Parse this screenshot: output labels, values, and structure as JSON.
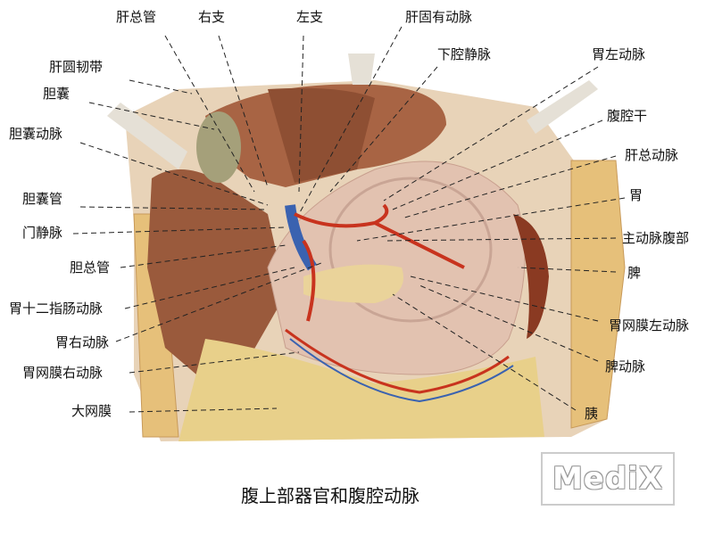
{
  "title": "腹上部器官和腹腔动脉",
  "watermark": "MediX",
  "labels": [
    {
      "id": "common-hepatic-duct",
      "text": "肝总管"
    },
    {
      "id": "right-branch",
      "text": "右支"
    },
    {
      "id": "left-branch",
      "text": "左支"
    },
    {
      "id": "proper-hepatic-artery",
      "text": "肝固有动脉"
    },
    {
      "id": "inferior-vena-cava",
      "text": "下腔静脉"
    },
    {
      "id": "left-gastric-artery",
      "text": "胃左动脉"
    },
    {
      "id": "round-ligament-of-liver",
      "text": "肝圆韧带"
    },
    {
      "id": "gallbladder",
      "text": "胆囊"
    },
    {
      "id": "cystic-artery",
      "text": "胆囊动脉"
    },
    {
      "id": "celiac-trunk",
      "text": "腹腔干"
    },
    {
      "id": "common-hepatic-artery",
      "text": "肝总动脉"
    },
    {
      "id": "cystic-duct",
      "text": "胆囊管"
    },
    {
      "id": "stomach",
      "text": "胃"
    },
    {
      "id": "portal-vein",
      "text": "门静脉"
    },
    {
      "id": "abdominal-aorta",
      "text": "主动脉腹部"
    },
    {
      "id": "common-bile-duct",
      "text": "胆总管"
    },
    {
      "id": "spleen",
      "text": "脾"
    },
    {
      "id": "gastroduodenal-artery",
      "text": "胃十二指肠动脉"
    },
    {
      "id": "left-gastroepiploic-artery",
      "text": "胃网膜左动脉"
    },
    {
      "id": "right-gastric-artery",
      "text": "胃右动脉"
    },
    {
      "id": "splenic-artery",
      "text": "脾动脉"
    },
    {
      "id": "right-gastroepiploic-artery",
      "text": "胃网膜右动脉"
    },
    {
      "id": "greater-omentum",
      "text": "大网膜"
    },
    {
      "id": "pancreas",
      "text": "胰"
    }
  ],
  "colors": {
    "liver": "#9a5a3c",
    "stomach": "#e2c2b0",
    "omentum": "#e8d08a",
    "artery": "#c8331e",
    "vein": "#3a62b0",
    "wall": "#e8d3b8"
  }
}
